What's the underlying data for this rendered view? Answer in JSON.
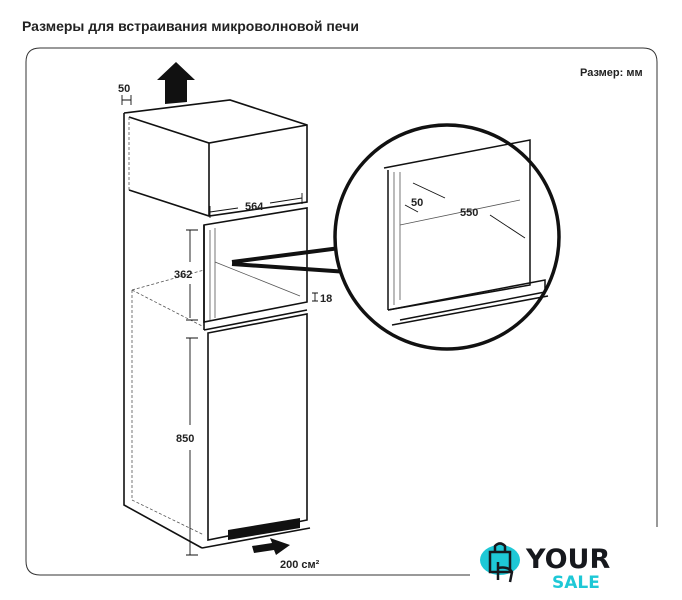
{
  "title": "Размеры для встраивания микроволновой печи",
  "units_label": "Размер: мм",
  "dimensions": {
    "top_gap": "50",
    "width": "564",
    "height": "362",
    "trim": "18",
    "base_height": "850",
    "vent_area": "200 см²",
    "detail_depth": "50",
    "detail_width": "550"
  },
  "logo": {
    "line1": "YOUR",
    "line2": "SALE",
    "colors": {
      "dark": "#16181d",
      "accent": "#1ec8d6"
    }
  }
}
